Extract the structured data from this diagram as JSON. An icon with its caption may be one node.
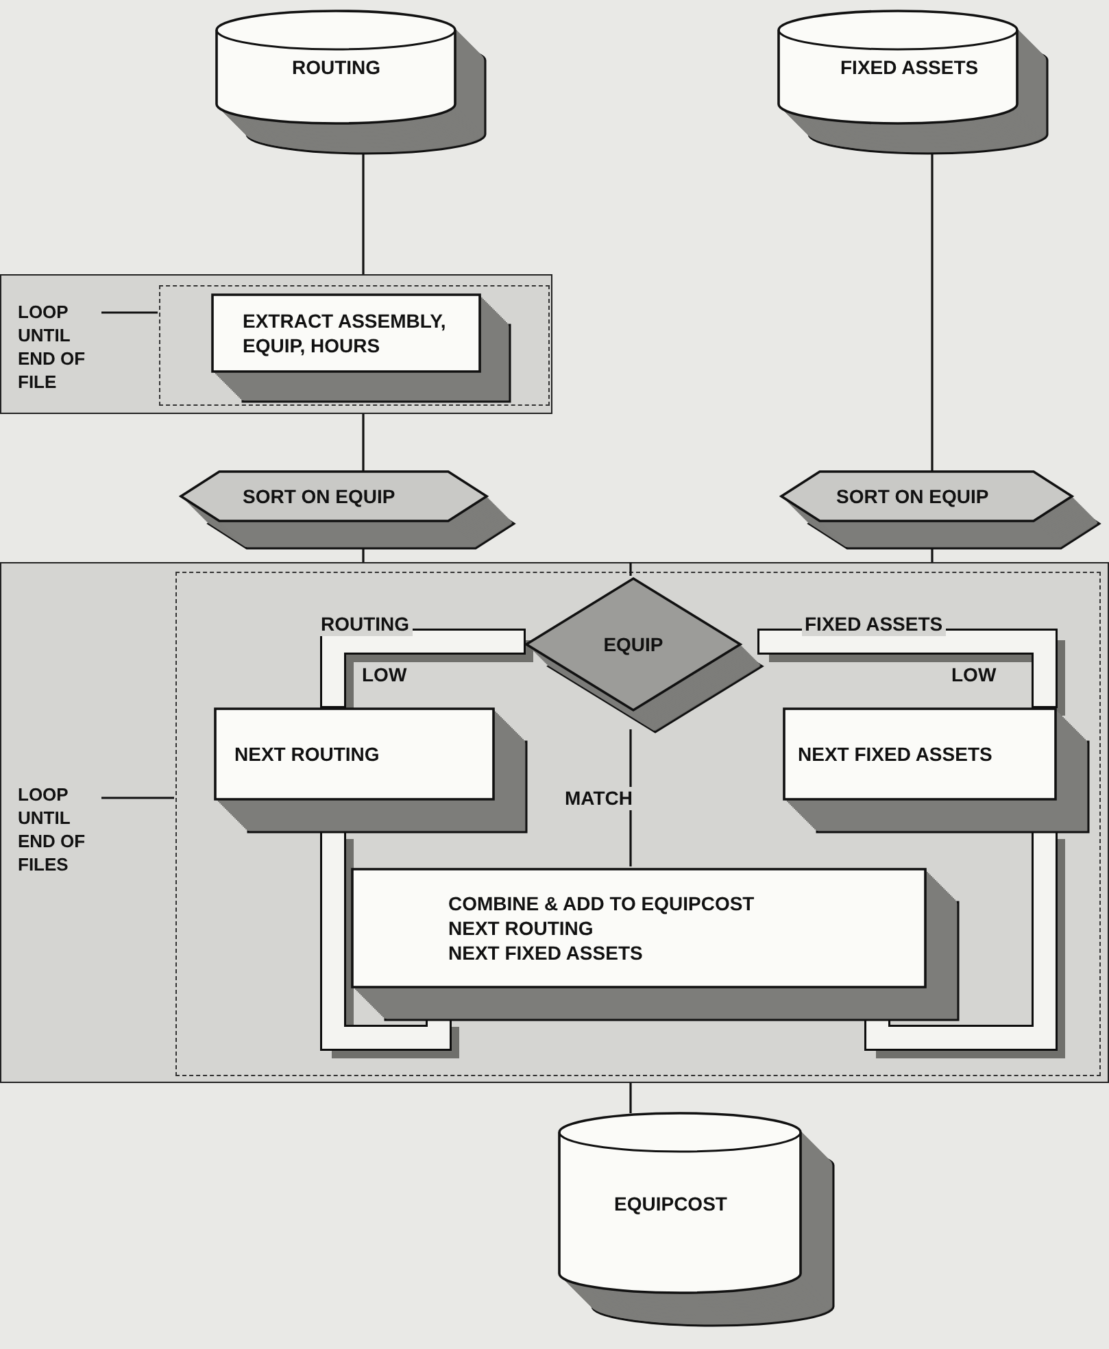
{
  "diagram": {
    "nodes": [
      {
        "text": [
          "ROUTING"
        ]
      },
      {
        "text": [
          "FIXED ASSETS"
        ]
      },
      {
        "text": [],
        "shape": "box"
      },
      {
        "text": [
          "LOOP UNTIL END OF FILE"
        ],
        "in": 2
      },
      {
        "text": [],
        "shape": "box",
        "in": 2
      },
      {
        "text": [
          "EXTRACT ASSEMBLY, EQUIP, HOURS"
        ],
        "in": 4
      },
      {
        "text": [
          "SORT ON EQUIP"
        ]
      },
      {
        "text": [
          "SORT ON EQUIP"
        ]
      },
      {
        "text": [],
        "shape": "box"
      },
      {
        "text": [
          "LOOP UNTIL END OF FILES"
        ],
        "in": 8
      },
      {
        "text": [],
        "shape": "box",
        "in": 8
      },
      {
        "text": [
          "EQUIP"
        ],
        "in": 10
      },
      {
        "text": [
          "NEXT ROUTING"
        ],
        "in": 10
      },
      {
        "text": [
          "NEXT FIXED ASSETS"
        ],
        "in": 10
      },
      {
        "text": [
          "COMBINE & ADD TO EQUIPCOST",
          "NEXT ROUTING",
          "NEXT FIXED ASSETS"
        ],
        "in": 10
      },
      {
        "text": [
          "EQUIPCOST"
        ]
      }
    ],
    "edges": [
      {
        "from": 0,
        "to": 2,
        "arrow": "none"
      },
      {
        "from": 2,
        "to": 6,
        "arrow": "none"
      },
      {
        "from": 1,
        "to": 7,
        "arrow": "none"
      },
      {
        "from": 6,
        "to": 8,
        "arrow": "none"
      },
      {
        "from": 7,
        "to": 8,
        "arrow": "none"
      },
      {
        "from": 8,
        "to": 11,
        "arrow": "none"
      },
      {
        "from": 11,
        "to": 12,
        "arrow": "none",
        "label": "LOW",
        "style": "thick",
        "color": "#f4f4f1"
      },
      {
        "from": 11,
        "to": 13,
        "arrow": "none",
        "label": "LOW",
        "style": "thick",
        "color": "#f4f4f1"
      },
      {
        "from": 11,
        "to": 14,
        "arrow": "none",
        "label": "MATCH"
      },
      {
        "from": 12,
        "to": 14,
        "arrow": "none",
        "style": "thick",
        "color": "#f4f4f1"
      },
      {
        "from": 13,
        "to": 14,
        "arrow": "none",
        "style": "thick",
        "color": "#f4f4f1"
      },
      {
        "from": 8,
        "to": 15,
        "arrow": "none"
      },
      {
        "from": 3,
        "to": 4,
        "arrow": "none"
      },
      {
        "from": 9,
        "to": 10,
        "arrow": "none"
      }
    ],
    "labels": [
      "ROUTING",
      "FIXED ASSETS"
    ]
  }
}
